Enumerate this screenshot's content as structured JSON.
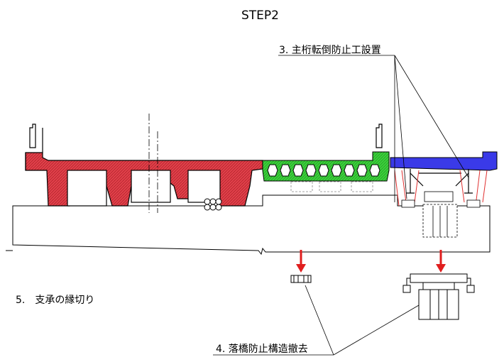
{
  "title": "STEP2",
  "labels": {
    "step3": "3. 主桁転倒防止工設置",
    "step4": "4. 落橋防止構造撤去",
    "step5": "5.　支承の縁切り"
  },
  "colors": {
    "girder_red": "#e0404a",
    "girder_green": "#3bd03b",
    "girder_blue": "#3a3ae8",
    "guard_red": "#e03030",
    "arrow_red": "#e01e1e",
    "line": "#000000"
  }
}
